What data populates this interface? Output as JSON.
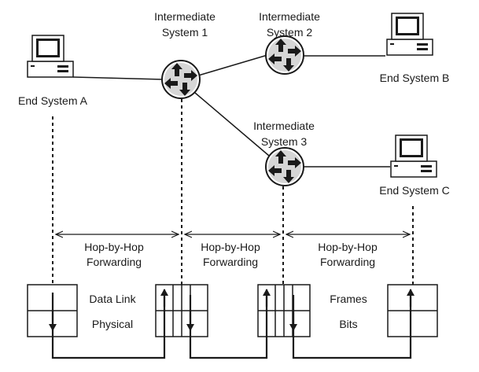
{
  "nodes": {
    "end_system_a": {
      "label": "End System A"
    },
    "end_system_b": {
      "label": "End System B"
    },
    "end_system_c": {
      "label": "End System C"
    },
    "intermediate_1": {
      "label_line1": "Intermediate",
      "label_line2": "System 1"
    },
    "intermediate_2": {
      "label_line1": "Intermediate",
      "label_line2": "System 2"
    },
    "intermediate_3": {
      "label_line1": "Intermediate",
      "label_line2": "System 3"
    }
  },
  "forwarding_spans": [
    {
      "line1": "Hop-by-Hop",
      "line2": "Forwarding"
    },
    {
      "line1": "Hop-by-Hop",
      "line2": "Forwarding"
    },
    {
      "line1": "Hop-by-Hop",
      "line2": "Forwarding"
    }
  ],
  "layers": {
    "left_top": "Data Link",
    "left_bottom": "Physical",
    "right_top": "Frames",
    "right_bottom": "Bits"
  },
  "colors": {
    "stroke": "#1a1a1a",
    "background": "#ffffff"
  }
}
